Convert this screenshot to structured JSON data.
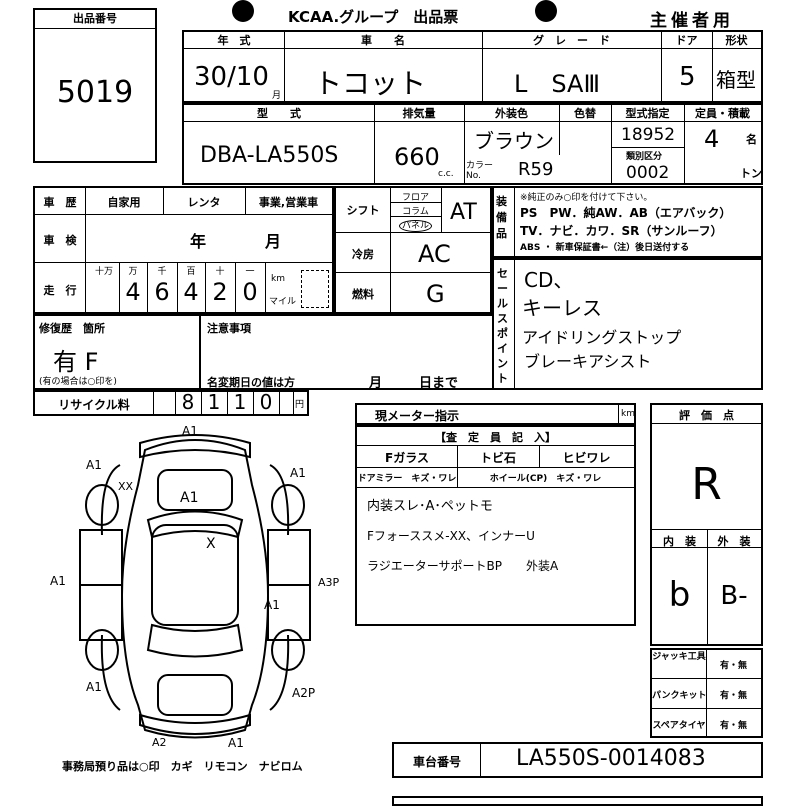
{
  "header": {
    "title": "KCAA.グループ　出品票",
    "role": "主催者用",
    "lot_label": "出品番号",
    "lot_number": "5019"
  },
  "row1": {
    "year_label": "年　式",
    "name_label": "車　　名",
    "grade_label": "グ　レ　ー　ド",
    "doors_label": "ドア",
    "shape_label": "形状",
    "year_value": "30/10",
    "year_suffix": "月",
    "name_value": "トコット",
    "grade_value": "L　SAⅢ",
    "doors_value": "5",
    "shape_value": "箱型"
  },
  "row2": {
    "model_label": "型　　式",
    "cc_label": "排気量",
    "color_label": "外装色",
    "color_swap_label": "色替",
    "type_label": "型式指定",
    "capacity_label": "定員・積載",
    "model_value": "DBA-LA550S",
    "cc_value": "660",
    "cc_unit": "c.c.",
    "color_value": "ブラウン",
    "color_no_label": "カラーNo.",
    "color_no_value": "R59",
    "type_value": "18952",
    "class_label": "類別区分",
    "class_value": "0002",
    "capacity_value": "4",
    "capacity_unit": "名",
    "load_unit": "トン"
  },
  "history": {
    "label": "車　歴",
    "options": [
      "自家用",
      "レンタ",
      "事業,営業車"
    ],
    "inspection_label": "車　検",
    "year_unit": "年",
    "month_unit": "月",
    "mileage_label": "走　行",
    "digit_labels": [
      "十万",
      "万",
      "千",
      "百",
      "十",
      "一"
    ],
    "digits": [
      "",
      "4",
      "6",
      "4",
      "2",
      "0"
    ],
    "km_label": "km",
    "mile_label": "マイル"
  },
  "shift": {
    "label": "シフト",
    "options": [
      "フロア",
      "コラム",
      "パネル"
    ],
    "value": "AT",
    "ac_label": "冷房",
    "ac_value": "AC",
    "fuel_label": "燃料",
    "fuel_value": "G"
  },
  "equipment": {
    "label": "装備品",
    "note": "※純正のみ○印を付けて下さい。",
    "line1": "PS　PW．純AW．AB（エアバック）",
    "line2": "TV．ナビ．カワ．SR（サンルーフ）",
    "line3": "ABS ・ 新車保証書←（注）後日送付する"
  },
  "sales_point": {
    "label": "セールスポイント",
    "lines": [
      "CD、",
      "キーレス",
      "アイドリングストップ",
      "ブレーキアシスト"
    ]
  },
  "repair": {
    "label": "修復歴　箇所",
    "value": "有 F",
    "note": "(有の場合は○印を)"
  },
  "notes": {
    "label": "注意事項",
    "deadline_label": "名変期日の値は方",
    "month_unit": "月",
    "day_unit": "日まで"
  },
  "recycle": {
    "label": "リサイクル料",
    "digits": [
      "8",
      "1",
      "1",
      "0"
    ],
    "unit": "円"
  },
  "meter": {
    "label": "現メーター指示",
    "unit": "km"
  },
  "inspector": {
    "header": "【査　定　員　記　入】",
    "cols": [
      "Fガラス",
      "トビ石",
      "ヒビワレ"
    ],
    "cols2": [
      "ドアミラー　キズ・ワレ",
      "ホイール(CP)　キズ・ワレ"
    ],
    "lines": [
      "内装スレ･A･ペットモ",
      "Fフォーススメ-XX、インナーU",
      "ラジエーターサポートBP　　外装A"
    ]
  },
  "rating": {
    "label": "評　価　点",
    "value": "R",
    "interior_label": "内　装",
    "exterior_label": "外　装",
    "interior_value": "b",
    "exterior_value": "B-"
  },
  "tools": [
    {
      "label": "ジャッキ工具",
      "value": "有・無"
    },
    {
      "label": "パンクキット",
      "value": "有・無"
    },
    {
      "label": "スペアタイヤ",
      "value": "有・無"
    }
  ],
  "diagram": {
    "marks": [
      "A1",
      "A1",
      "XX",
      "A1",
      "A1",
      "A1",
      "A3P",
      "A1",
      "A2P",
      "A2",
      "A1",
      "X",
      "A1"
    ]
  },
  "footer": {
    "left": "事務局預り品は○印　カギ　リモコン　ナビロム",
    "chassis_label": "車台番号",
    "chassis_value": "LA550S-0014083"
  }
}
